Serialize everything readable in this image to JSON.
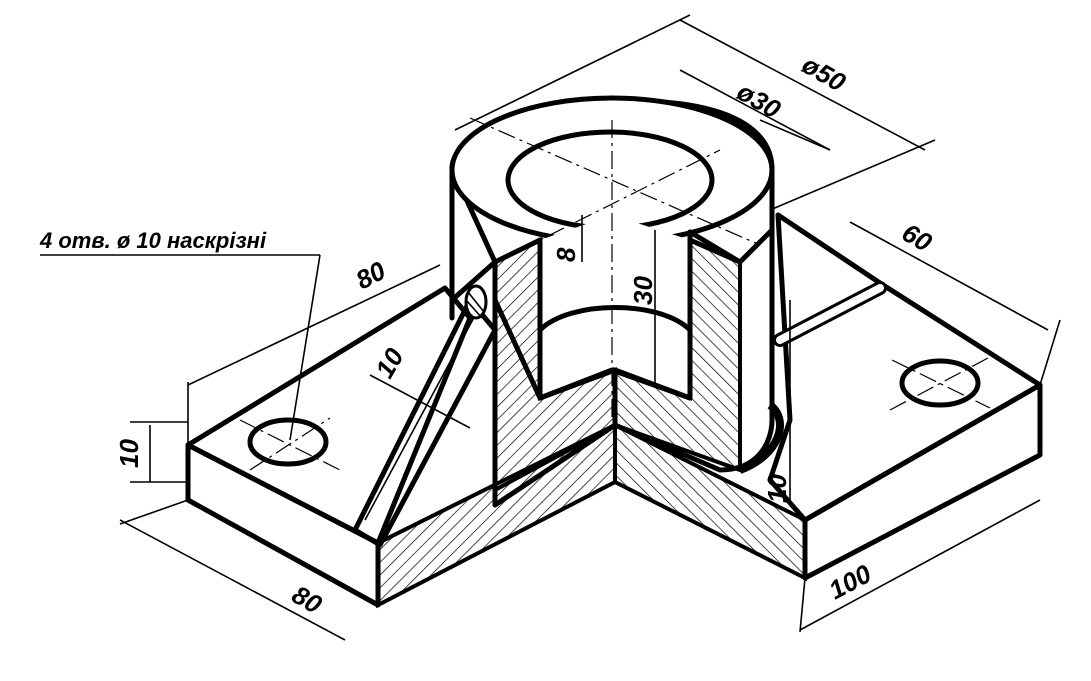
{
  "dimensions": {
    "d50": "ø50",
    "d30": "ø30",
    "h8": "8",
    "h30": "30",
    "len80_top": "80",
    "len80_bottom": "80",
    "len60": "60",
    "len100": "100",
    "h10_left": "10",
    "rib10": "10",
    "h10_right": "10"
  },
  "note": {
    "holes": "4 отв. ø 10  наскрізні"
  }
}
